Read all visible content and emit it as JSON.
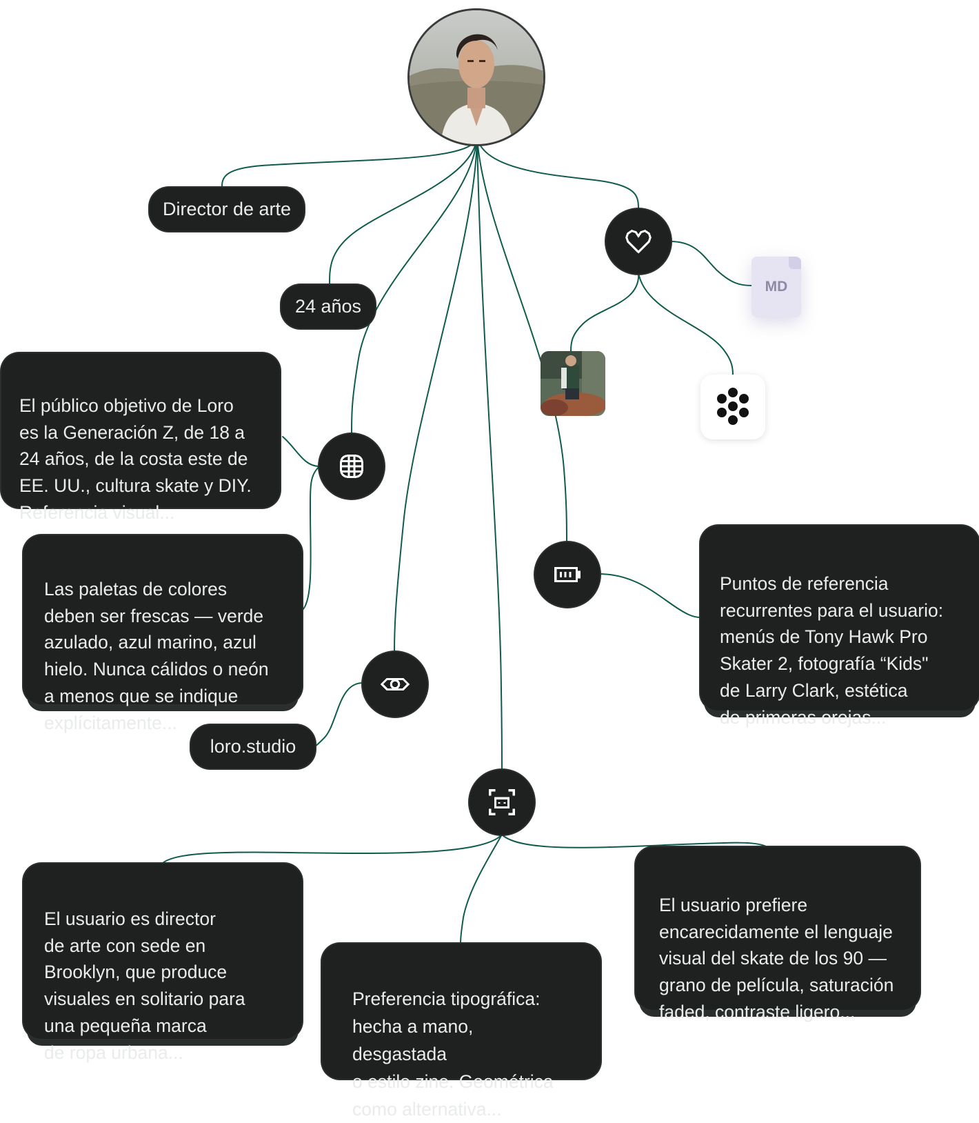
{
  "profile": {
    "role": "Director de arte",
    "age": "24 años",
    "website": "loro.studio"
  },
  "notes": {
    "audience": "El público objetivo de Loro\nes la Generación Z, de 18 a\n24 años, de la costa este de\nEE. UU., cultura skate y DIY.\nReferencia visual...",
    "palette": "Las paletas de colores\ndeben ser frescas — verde\nazulado, azul marino, azul\nhielo. Nunca cálidos o neón\na menos que se indique\nexplícitamente...",
    "references": "Puntos de referencia\nrecurrentes para el usuario:\nmenús de Tony Hawk Pro\nSkater 2, fotografía “Kids\"\nde Larry Clark, estética\nde primeras orejas...",
    "bio": "El usuario es director\nde arte con sede en\nBrooklyn, que produce\nvisuales en solitario para\nuna pequeña marca\nde ropa urbana...",
    "typography": "Preferencia tipográfica:\nhecha a mano, desgastada\no estilo zine. Geométrica\ncomo alternativa...",
    "style": "El usuario prefiere\nencarecidamente el lenguaje\nvisual del skate de los 90 —\ngrano de película, saturación\nfaded, contraste ligero..."
  },
  "attachments": {
    "file_label": "MD"
  },
  "icons": {
    "favorites": "heart-icon",
    "web": "globe-icon",
    "energy": "battery-icon",
    "vision": "eye-icon",
    "scan": "face-scan-icon",
    "app": "dot-flower-icon"
  },
  "colors": {
    "connector": "#0f5c4c",
    "card_bg": "#1e2120",
    "card_text": "#e9ecea",
    "file_bg": "#e6e4f3"
  }
}
